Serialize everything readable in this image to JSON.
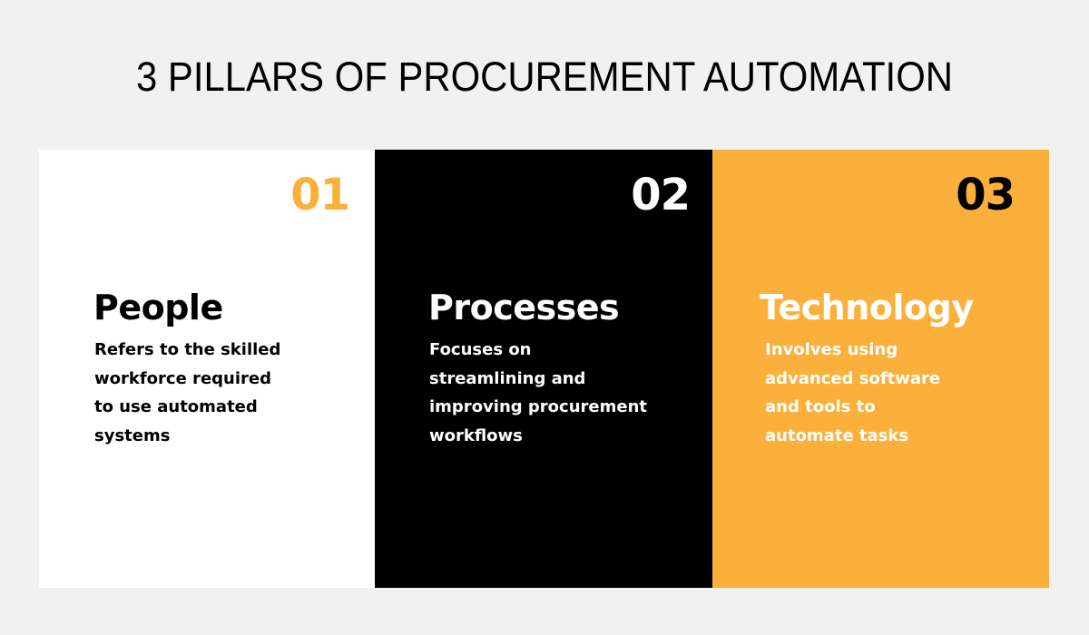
{
  "title": "3 PILLARS OF PROCUREMENT AUTOMATION",
  "colors": {
    "background": "#f1f1f1",
    "accent_orange": "#fbb03b",
    "black": "#000000",
    "white": "#ffffff"
  },
  "pillars": [
    {
      "number": "01",
      "heading": "People",
      "description": "Refers to the skilled\nworkforce required\nto use automated\nsystems",
      "panel_color": "#ffffff",
      "number_color": "#fbb03b",
      "text_color": "#000000"
    },
    {
      "number": "02",
      "heading": "Processes",
      "description": "Focuses on\nstreamlining and\nimproving procurement\nworkflows",
      "panel_color": "#000000",
      "number_color": "#ffffff",
      "text_color": "#ffffff"
    },
    {
      "number": "03",
      "heading": "Technology",
      "description": "Involves using\nadvanced software\nand tools to\nautomate tasks",
      "panel_color": "#fbb03b",
      "number_color": "#000000",
      "text_color": "#ffffff"
    }
  ]
}
